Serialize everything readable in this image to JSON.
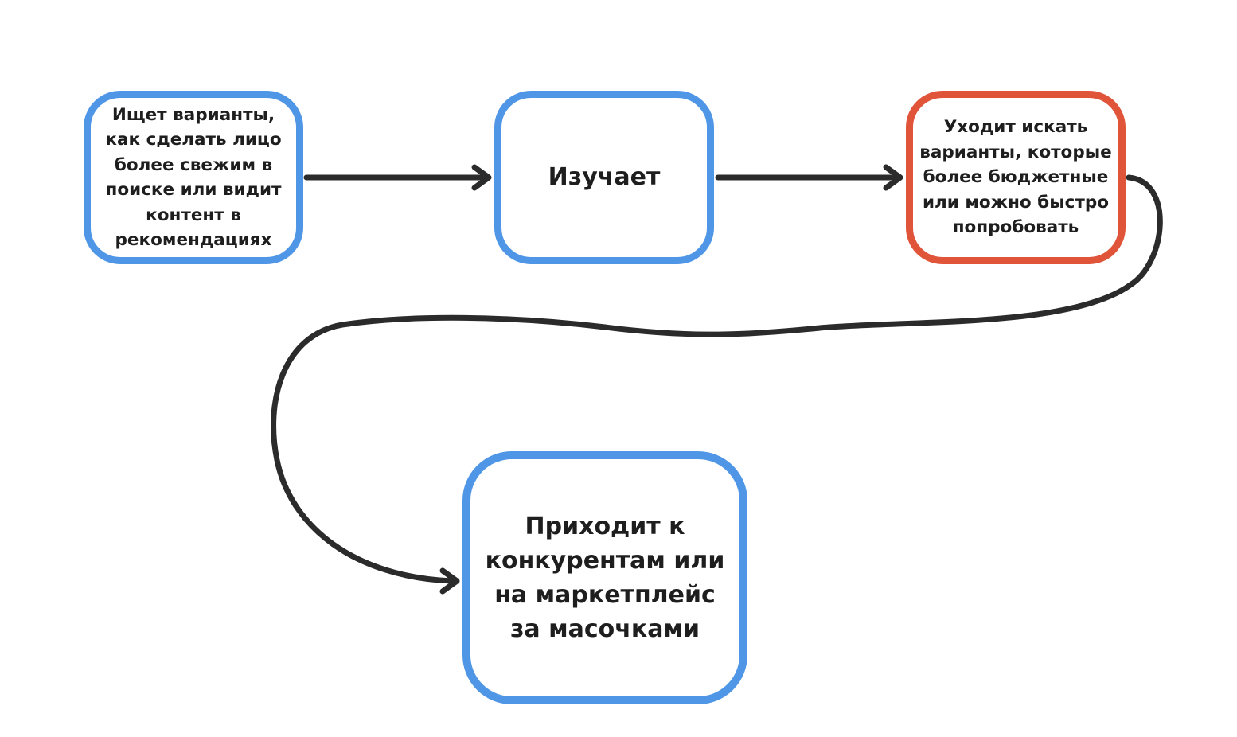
{
  "colors": {
    "primary_border": "#4f97e6",
    "alert_border": "#e0553a",
    "connector": "#2b2b2b",
    "text": "#1e1e1e",
    "background": "#ffffff"
  },
  "nodes": {
    "search": {
      "text": "Ищет варианты, как сделать лицо более свежим в поиске или видит контент в рекомендациях",
      "style": "primary"
    },
    "study": {
      "text": "Изучает",
      "style": "primary"
    },
    "leave": {
      "text": "Уходит искать варианты, которые более бюджетные или можно быстро попробовать",
      "style": "alert"
    },
    "competitors": {
      "text": "Приходит к конкурентам или на маркетплейс за масочками",
      "style": "primary"
    }
  },
  "edges": [
    {
      "from": "search",
      "to": "study"
    },
    {
      "from": "study",
      "to": "leave"
    },
    {
      "from": "leave",
      "to": "competitors"
    }
  ]
}
